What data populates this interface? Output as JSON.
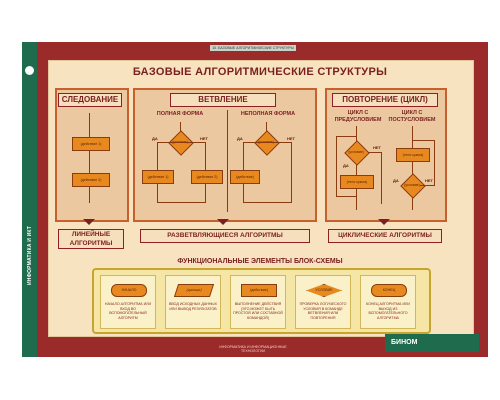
{
  "side_label": "ИНФОРМАТИКА И ИКТ",
  "top_strip": "10. БАЗОВЫЕ АЛГОРИТМИЧЕСКИЕ СТРУКТУРЫ",
  "title": "БАЗОВЫЕ АЛГОРИТМИЧЕСКИЕ СТРУКТУРЫ",
  "sections": {
    "sequence": {
      "header": "СЛЕДОВАНИЕ",
      "box1": "(действие 1)",
      "box2": "(действие 2)",
      "result": "ЛИНЕЙНЫЕ АЛГОРИТМЫ"
    },
    "branch": {
      "header": "ВЕТВЛЕНИЕ",
      "full_form": "ПОЛНАЯ ФОРМА",
      "partial_form": "НЕПОЛНАЯ ФОРМА",
      "condition": "(условие)",
      "yes": "ДА",
      "no": "НЕТ",
      "action1": "(действие 1)",
      "action2": "(действие 2)",
      "action": "(действие)",
      "result": "РАЗВЕТВЛЯЮЩИЕСЯ АЛГОРИТМЫ"
    },
    "loop": {
      "header": "ПОВТОРЕНИЕ (ЦИКЛ)",
      "pre": "ЦИКЛ С ПРЕДУСЛОВИЕМ",
      "post": "ЦИКЛ С ПОСТУСЛОВИЕМ",
      "condition": "(условие)",
      "yes": "ДА",
      "no": "НЕТ",
      "body": "(тело цикла)",
      "result": "ЦИКЛИЧЕСКИЕ АЛГОРИТМЫ"
    }
  },
  "functional": {
    "title": "ФУНКЦИОНАЛЬНЫЕ ЭЛЕМЕНТЫ БЛОК-СХЕМЫ",
    "items": [
      {
        "shape": "НАЧАЛО",
        "desc": "НАЧАЛО АЛГОРИТМА ИЛИ ВХОД ВО ВСПОМОГАТЕЛЬНЫЙ АЛГОРИТМ"
      },
      {
        "shape": "(данные)",
        "desc": "ВВОД ИСХОДНЫХ ДАННЫХ ИЛИ ВЫВОД РЕЗУЛЬТАТОВ"
      },
      {
        "shape": "(действие)",
        "desc": "ВЫПОЛНЕНИЕ ДЕЙСТВИЯ (ЭТО МОЖЕТ БЫТЬ ПРОСТОЙ ИЛИ СОСТАВНОЙ КОМАНДОЙ)"
      },
      {
        "shape": "УСЛОВИЕ",
        "desc": "ПРОВЕРКА ЛОГИЧЕСКОГО УСЛОВИЯ В КОМАНДЕ ВЕТВЛЕНИЯ ИЛИ ПОВТОРЕНИЯ"
      },
      {
        "shape": "КОНЕЦ",
        "desc": "КОНЕЦ АЛГОРИТМА ИЛИ ВЫХОД ИЗ ВСПОМОГАТЕЛЬНОГО АЛГОРИТМА"
      }
    ]
  },
  "footer": "ИНФОРМАТИКА И ИНФОРМАЦИОННЫЕ ТЕХНОЛОГИИ",
  "brand": "БИНОМ"
}
